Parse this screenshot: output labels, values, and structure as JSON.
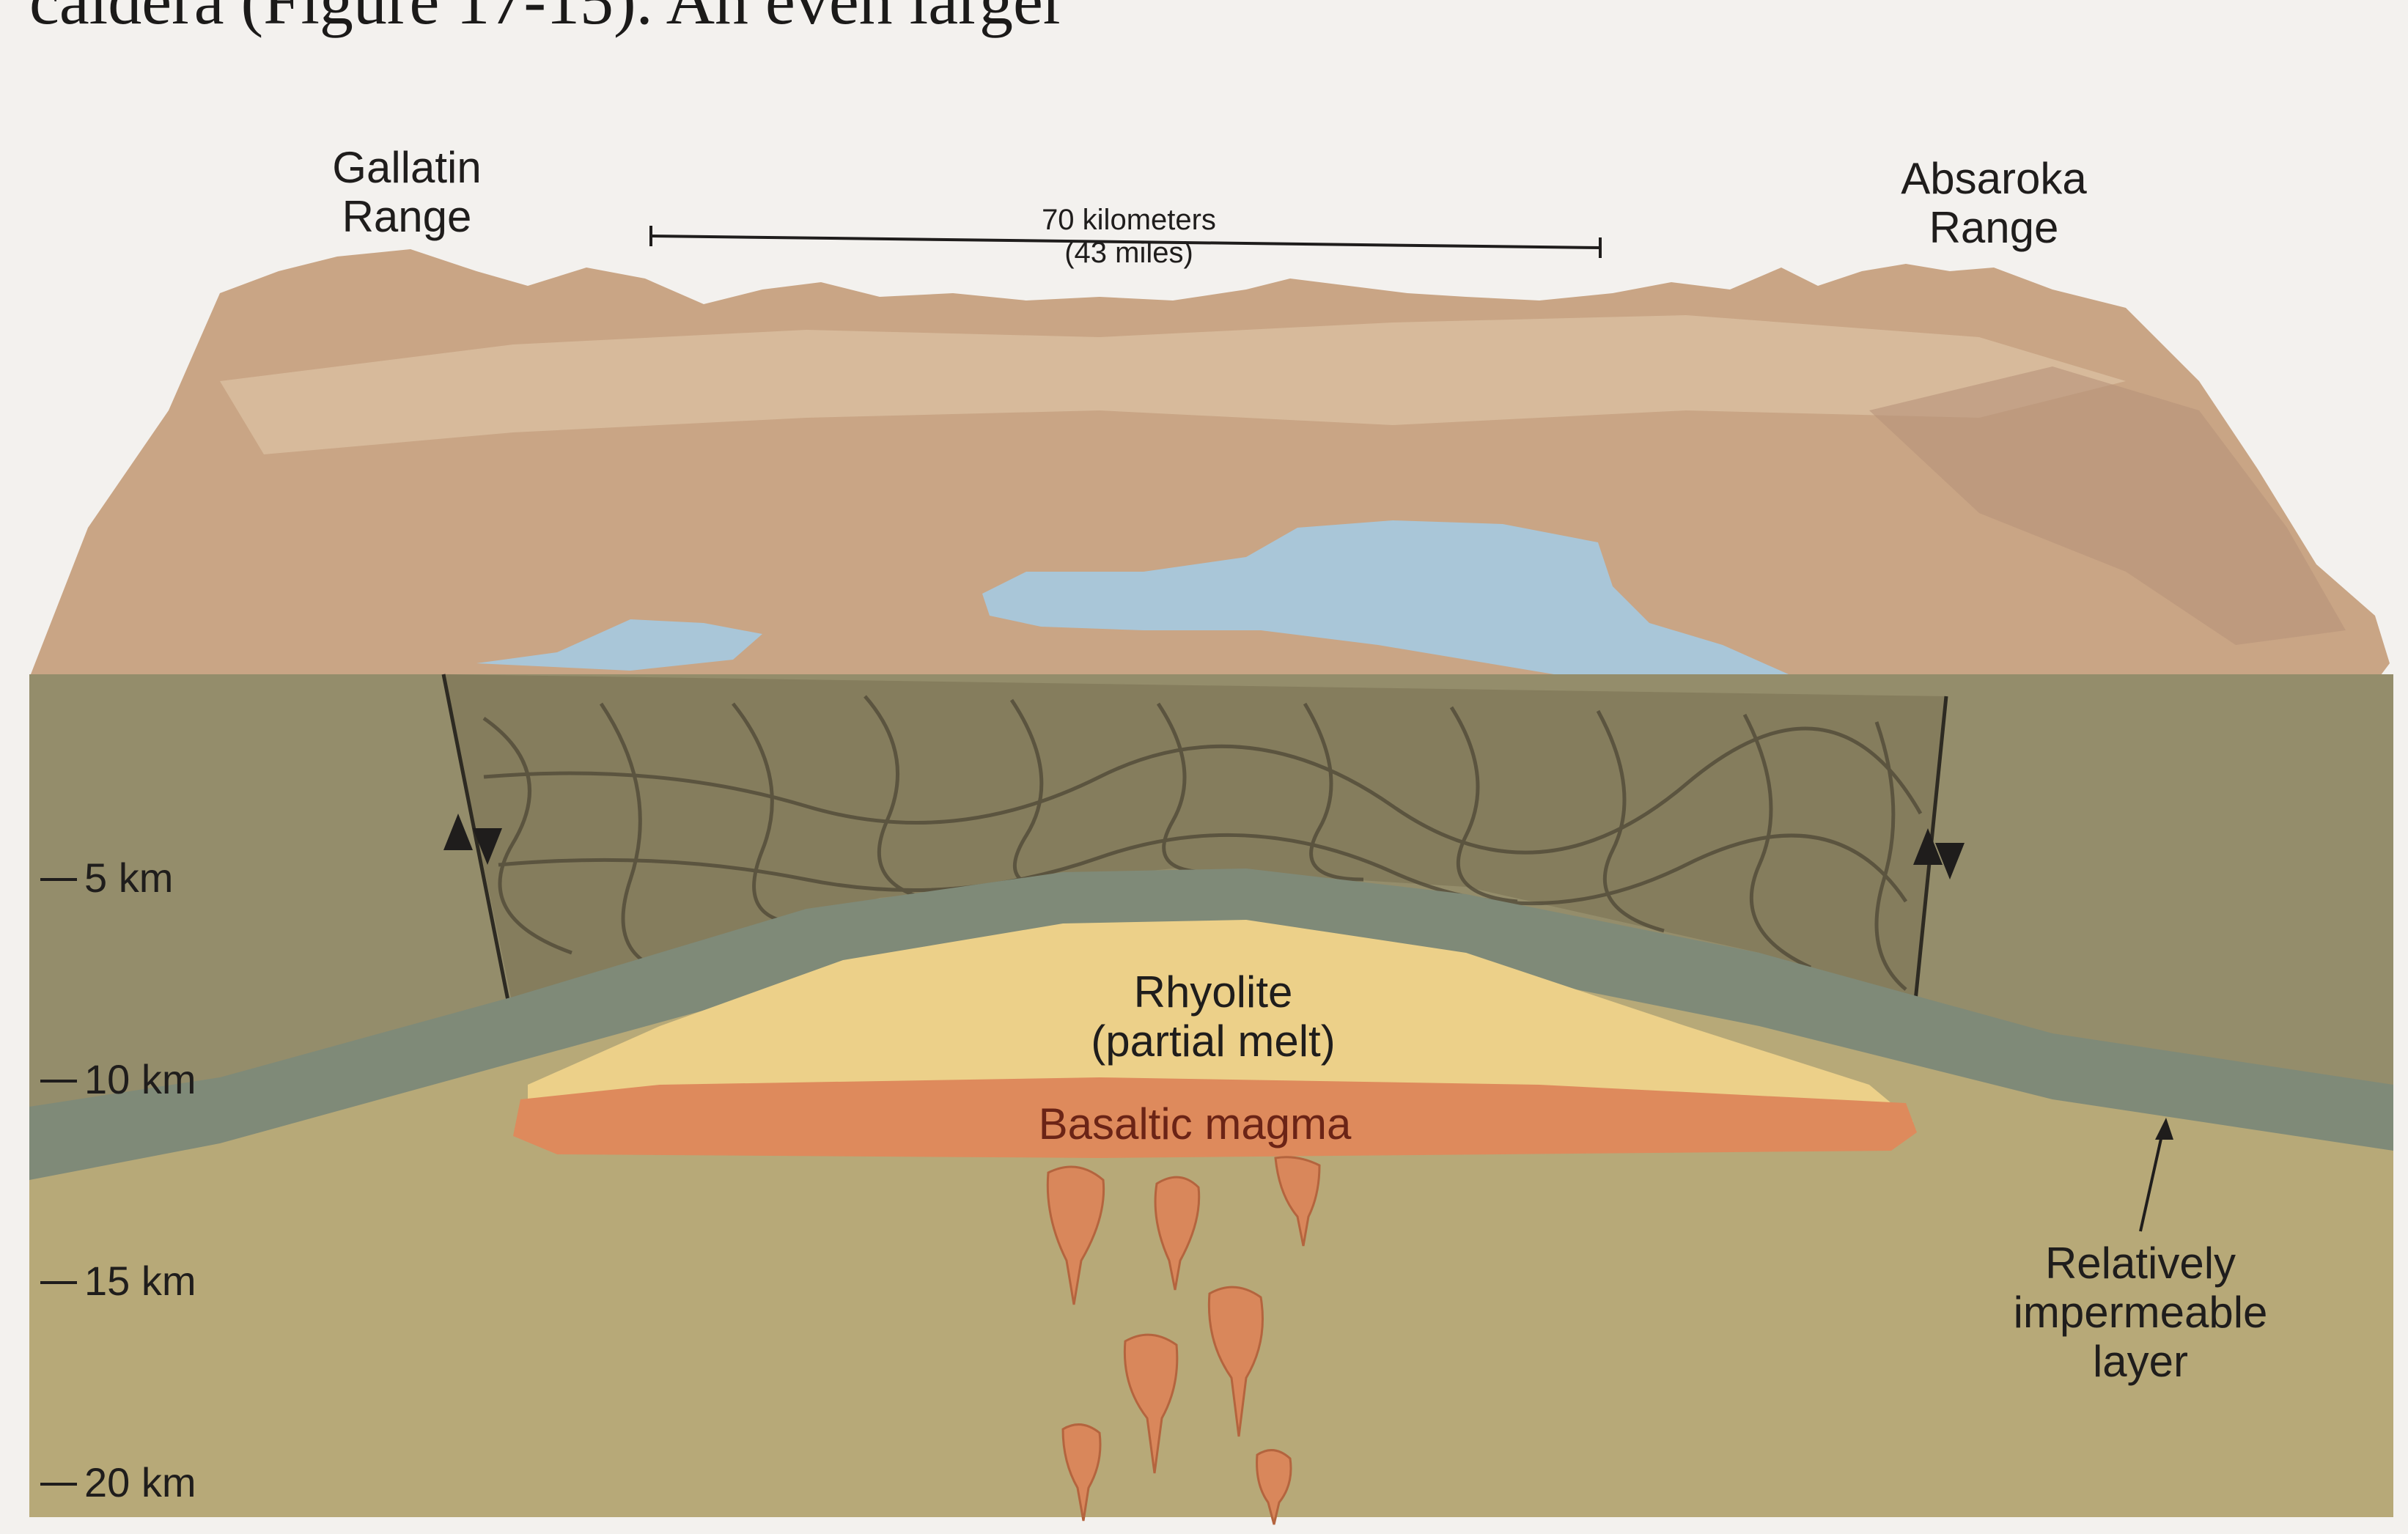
{
  "header_text": "caldera (Figure 17-15). An even larger",
  "labels": {
    "gallatin_line1": "Gallatin",
    "gallatin_line2": "Range",
    "absaroka_line1": "Absaroka",
    "absaroka_line2": "Range",
    "scale_km": "70 kilometers",
    "scale_mi": "(43 miles)",
    "rhyolite_line1": "Rhyolite",
    "rhyolite_line2": "(partial melt)",
    "basaltic": "Basaltic magma",
    "layer_line1": "Relatively",
    "layer_line2": "impermeable",
    "layer_line3": "layer"
  },
  "depths": [
    "5 km",
    "10 km",
    "15 km",
    "20 km"
  ],
  "colors": {
    "surface": "#c9a585",
    "surface_light": "#ddc3a4",
    "lake": "#a9c6d8",
    "crust": "#948d6b",
    "lower_crust": "#b7a978",
    "imperm_layer": "#7f8a78",
    "rhyolite": "#ecd089",
    "basalt": "#de8a5c",
    "fracture": "#4e4736"
  }
}
